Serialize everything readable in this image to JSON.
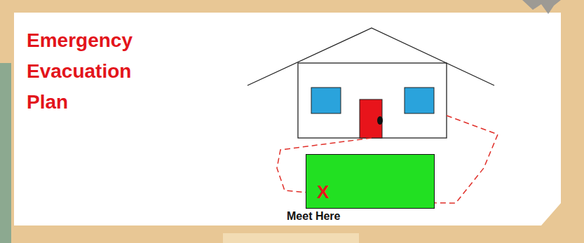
{
  "diagram": {
    "title": "Emergency Evacuation Plan",
    "nodes": [
      {
        "text": [
          "X",
          "Meet Here"
        ]
      }
    ]
  }
}
